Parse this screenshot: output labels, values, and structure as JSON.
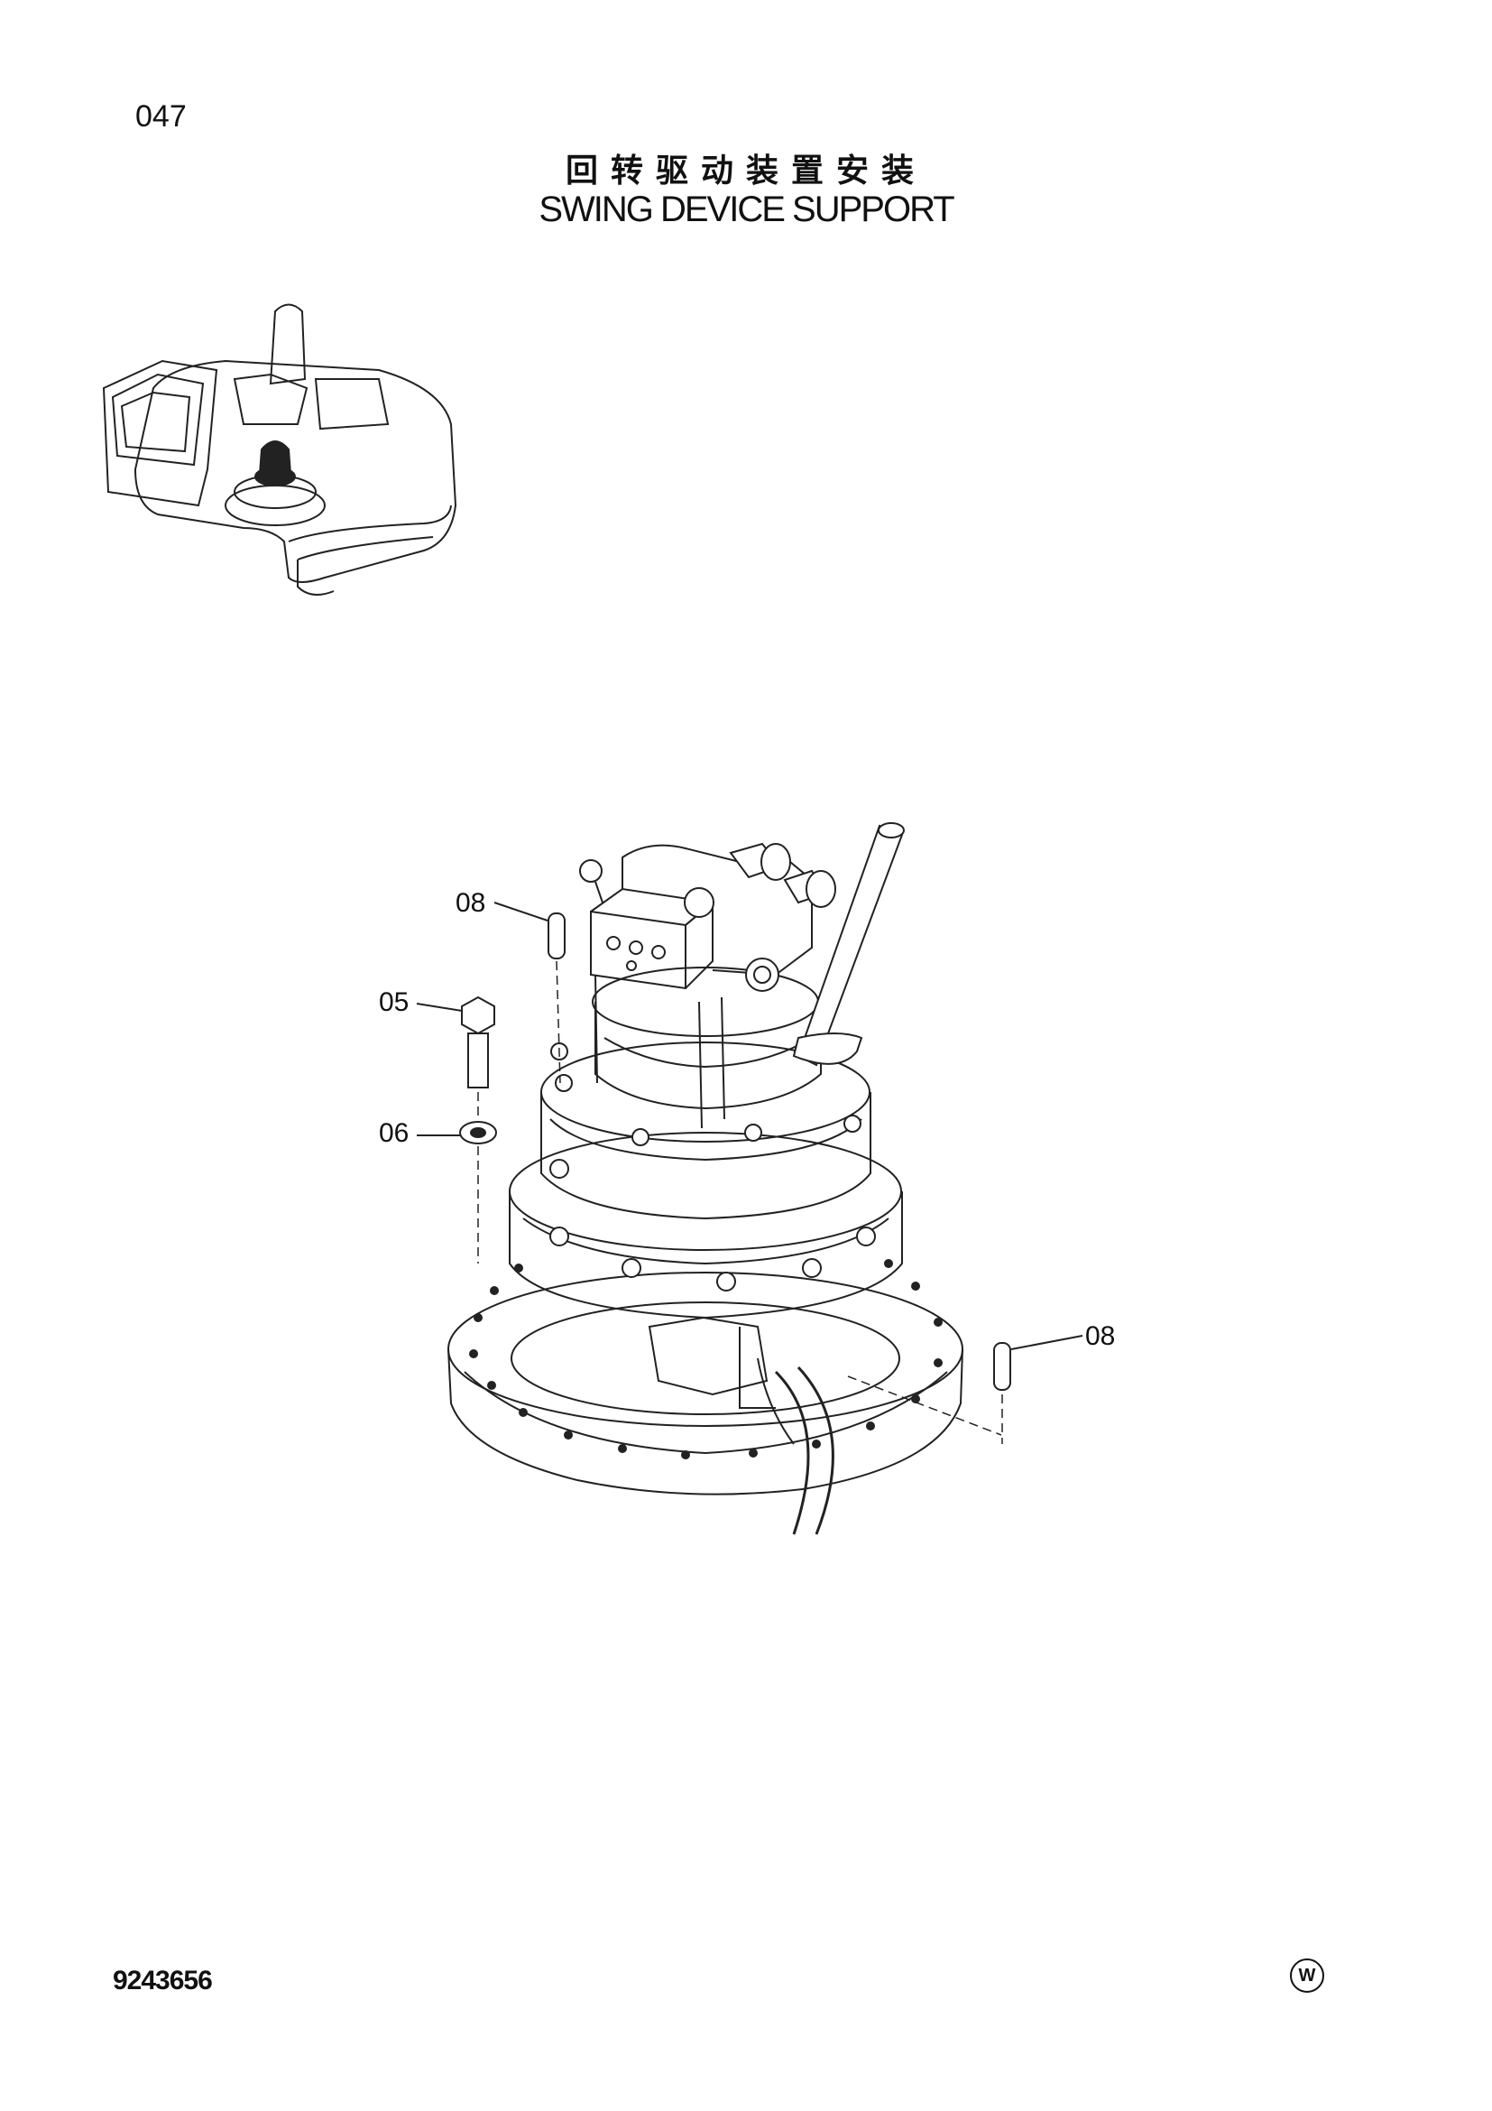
{
  "page_number": "047",
  "title_cn": "回转驱动装置安装",
  "title_en": "SWING DEVICE SUPPORT",
  "callouts": {
    "c1": "08",
    "c2": "05",
    "c3": "06",
    "c4": "08"
  },
  "doc_number": "9243656",
  "mark": "W"
}
